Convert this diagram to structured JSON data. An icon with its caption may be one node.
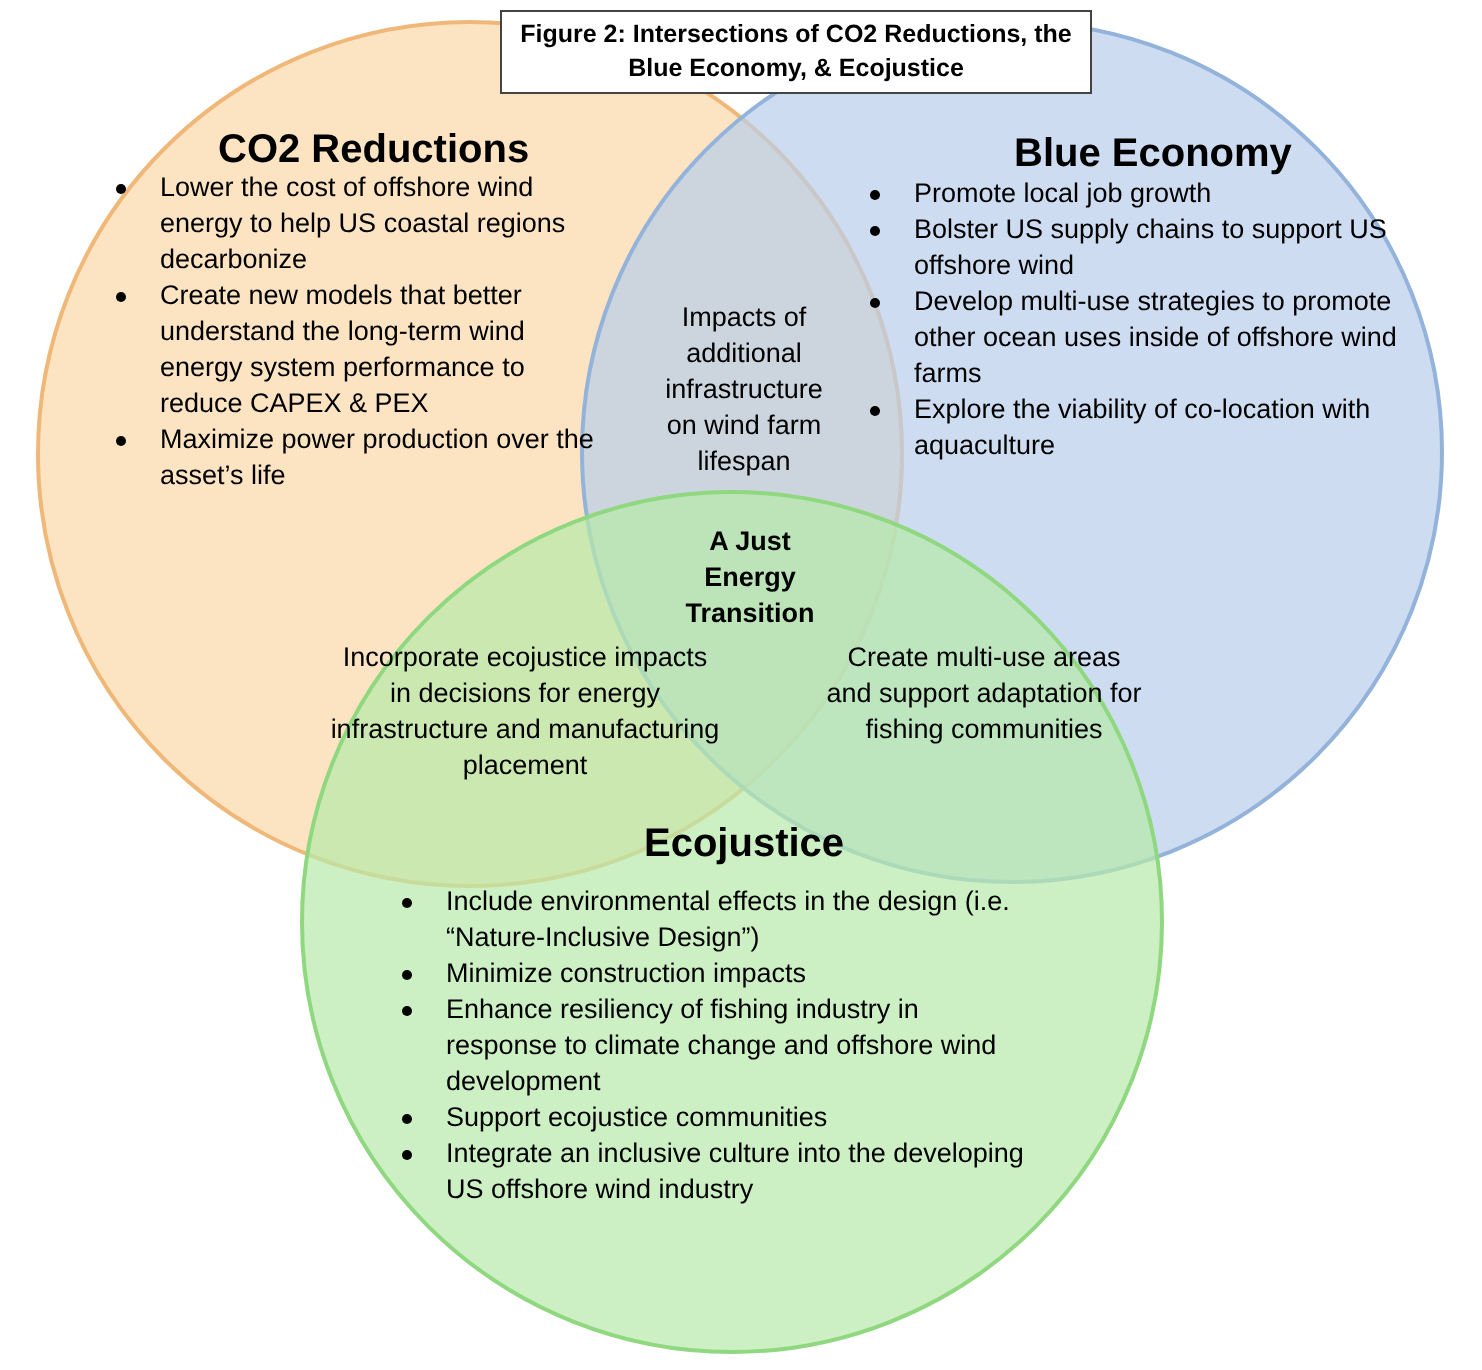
{
  "diagram": {
    "title": "Figure 2: Intersections of CO2 Reductions, the Blue Economy, & Ecojustice",
    "nodes": [
      {
        "text": [
          "CO2 Reductions",
          "Lower the cost of offshore wind energy to help US coastal regions decarbonize",
          "Create new models that better understand the long-term wind energy system performance to reduce CAPEX & PEX",
          "Maximize power production over the asset’s life"
        ]
      },
      {
        "text": [
          "Blue Economy",
          "Promote local job growth",
          "Bolster US supply chains to support US offshore wind",
          "Develop multi-use strategies to promote other ocean uses inside of offshore wind farms",
          "Explore the viability of co-location with aquaculture"
        ]
      },
      {
        "text": [
          "Ecojustice",
          "Include environmental effects in the design (i.e. “Nature-Inclusive Design”)",
          "Minimize construction impacts",
          "Enhance resiliency of fishing industry in response to climate change and offshore wind development",
          "Support ecojustice communities",
          "Integrate an inclusive culture into the developing US offshore wind industry"
        ]
      }
    ],
    "labels": [
      "Impacts of additional infrastructure on wind farm lifespan",
      "A Just Energy Transition",
      "Incorporate ecojustice impacts in decisions for energy infrastructure and manufacturing placement",
      "Create multi-use areas and support adaptation for fishing communities"
    ]
  }
}
